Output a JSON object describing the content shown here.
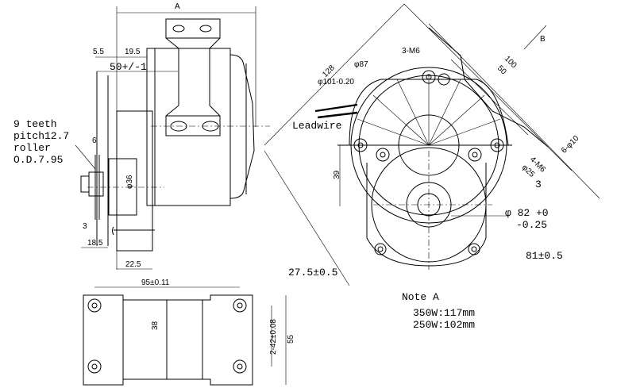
{
  "side_view": {
    "dim_A": "A",
    "dim_5_5": "5.5",
    "dim_19_5": "19.5",
    "dim_50": "50+/-1",
    "sprocket_note": [
      "9 teeth",
      "pitch12.7",
      "roller",
      "O.D.7.95"
    ],
    "dim_6": "6",
    "dim_3": "3",
    "dim_18_5": "18.5",
    "dim_22_5": "22.5",
    "dim_phi36": "φ36"
  },
  "front_view": {
    "leadwire": "Leadwire",
    "dim_128": "128",
    "dim_phi101": "φ101-0.20",
    "dim_phi87": "φ87",
    "dim_3m6": "3-M6",
    "dim_100": "100",
    "dim_50": "50",
    "dim_B": "B",
    "dim_6phi": "6-φ10",
    "dim_4m6": "4-M6",
    "dim_phi25": "φ25",
    "dim_3": "3",
    "dim_39": "39",
    "dim_phi82": "φ 82 +0",
    "dim_phi82_tol": "-0.25",
    "dim_27_5": "27.5±0.5",
    "dim_81": "81±0.5"
  },
  "bottom_view": {
    "dim_95": "95±0.11",
    "dim_38": "38",
    "dim_42": "2-42±0.08",
    "dim_55": "55"
  },
  "note": {
    "title": "Note A",
    "lines": [
      "350W:117mm",
      "250W:102mm"
    ]
  }
}
